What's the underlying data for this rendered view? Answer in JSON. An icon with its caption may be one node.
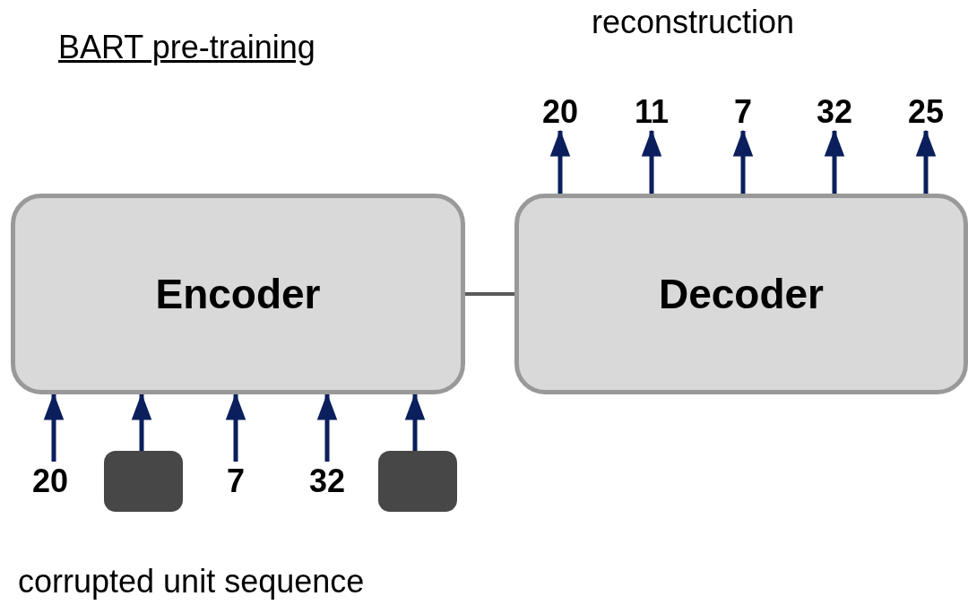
{
  "diagram": {
    "title": "BART pre-training",
    "nodes": [
      {
        "text": [
          "Encoder"
        ]
      },
      {
        "text": [
          "Decoder"
        ]
      },
      {
        "text": [
          "20"
        ]
      },
      {
        "text": [],
        "shape": "box"
      },
      {
        "text": [
          "7"
        ]
      },
      {
        "text": [
          "32"
        ]
      },
      {
        "text": [],
        "shape": "box"
      },
      {
        "text": [
          "20"
        ]
      },
      {
        "text": [
          "11"
        ]
      },
      {
        "text": [
          "7"
        ]
      },
      {
        "text": [
          "32"
        ]
      },
      {
        "text": [
          "25"
        ]
      }
    ],
    "edges": [
      {
        "from": 2,
        "to": 0,
        "arrow": "to"
      },
      {
        "from": 3,
        "to": 0,
        "arrow": "to"
      },
      {
        "from": 4,
        "to": 0,
        "arrow": "to"
      },
      {
        "from": 5,
        "to": 0,
        "arrow": "to"
      },
      {
        "from": 6,
        "to": 0,
        "arrow": "to"
      },
      {
        "from": 0,
        "to": 1,
        "arrow": "none",
        "color": "#595959"
      },
      {
        "from": 1,
        "to": 7,
        "arrow": "to"
      },
      {
        "from": 1,
        "to": 8,
        "arrow": "to"
      },
      {
        "from": 1,
        "to": 9,
        "arrow": "to"
      },
      {
        "from": 1,
        "to": 10,
        "arrow": "to"
      },
      {
        "from": 1,
        "to": 11,
        "arrow": "to"
      }
    ],
    "labels": [
      "reconstruction",
      "corrupted unit sequence"
    ]
  }
}
